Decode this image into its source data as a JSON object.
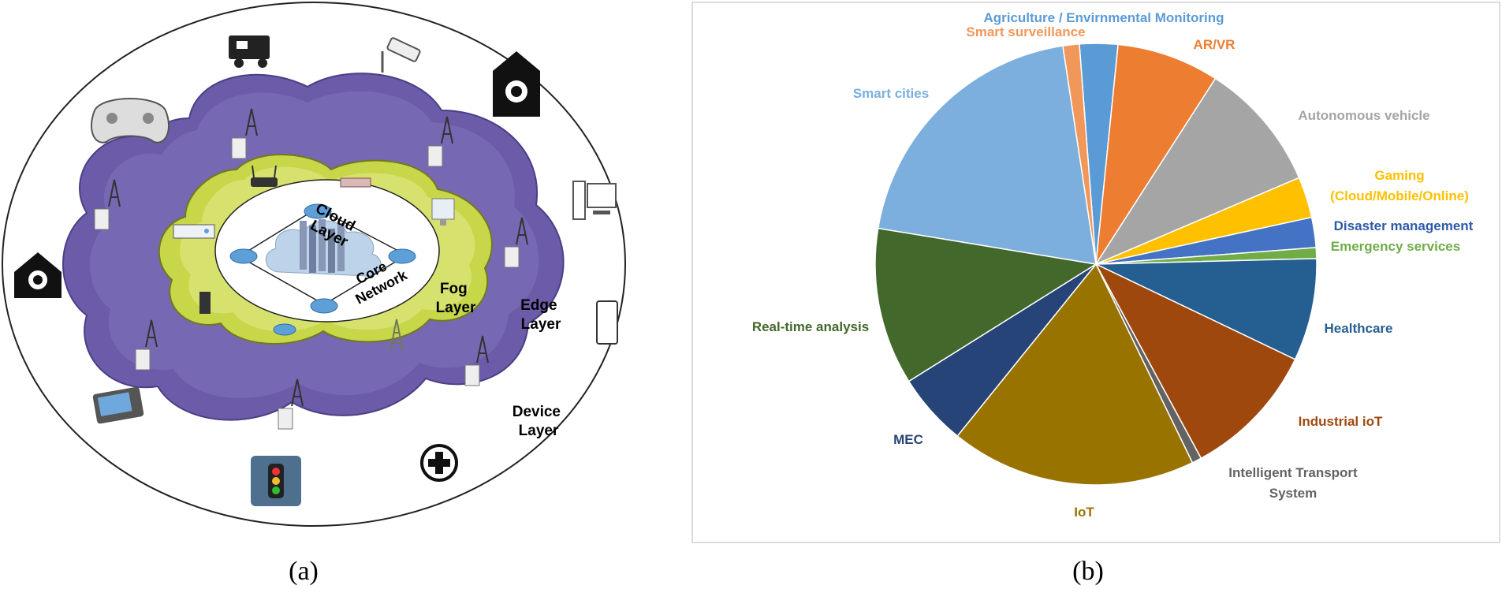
{
  "panel_a": {
    "caption": "(a)",
    "layers": {
      "cloud": "Cloud\nLayer",
      "core": "Core\nNetwork",
      "fog": "Fog\nLayer",
      "edge": "Edge\nLayer",
      "device": "Device\nLayer"
    },
    "devices": [
      "camper-van",
      "cctv-camera",
      "smart-home",
      "game-controller",
      "desktop-computer",
      "smart-home",
      "smartphone",
      "handheld-computer",
      "traffic-light",
      "medical-cross"
    ]
  },
  "panel_b": {
    "caption": "(b)",
    "chart_data": {
      "type": "pie",
      "title": "",
      "slices": [
        {
          "name": "Agriculture / Envirnmental Monitoring",
          "value": 2.8,
          "color": "#5b9bd5",
          "label_color": "#5b9bd5"
        },
        {
          "name": "AR/VR",
          "value": 7.5,
          "color": "#ed7d31",
          "label_color": "#ed7d31"
        },
        {
          "name": "Autonomous vehicle",
          "value": 9.5,
          "color": "#a5a5a5",
          "label_color": "#a5a5a5"
        },
        {
          "name": "Gaming (Cloud/Mobile/Online)",
          "value": 3.0,
          "color": "#ffc000",
          "label_color": "#ffc000"
        },
        {
          "name": "Disaster management",
          "value": 2.2,
          "color": "#4472c4",
          "label_color": "#2e5aa8"
        },
        {
          "name": "Emergency services",
          "value": 0.8,
          "color": "#70ad47",
          "label_color": "#70ad47"
        },
        {
          "name": "Healthcare",
          "value": 7.5,
          "color": "#255e91",
          "label_color": "#255e91"
        },
        {
          "name": "Industrial ioT",
          "value": 10.0,
          "color": "#9e480e",
          "label_color": "#9e480e"
        },
        {
          "name": "Intelligent Transport System",
          "value": 0.7,
          "color": "#636363",
          "label_color": "#636363"
        },
        {
          "name": "IoT",
          "value": 18.0,
          "color": "#997300",
          "label_color": "#997300"
        },
        {
          "name": "MEC",
          "value": 5.3,
          "color": "#264478",
          "label_color": "#264478"
        },
        {
          "name": "Real-time analysis",
          "value": 11.5,
          "color": "#43682b",
          "label_color": "#43682b"
        },
        {
          "name": "Smart cities",
          "value": 20.0,
          "color": "#7cafdd",
          "label_color": "#7cafdd"
        },
        {
          "name": "Smart surveillance",
          "value": 1.2,
          "color": "#f1975a",
          "label_color": "#f1975a"
        }
      ]
    }
  }
}
